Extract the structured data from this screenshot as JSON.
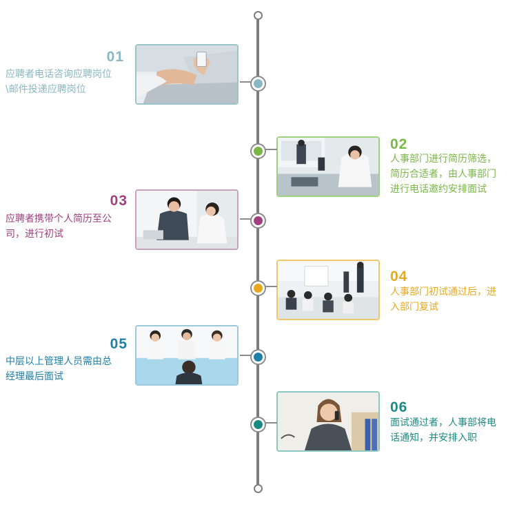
{
  "steps": [
    {
      "num": "01",
      "text": [
        "应聘者电话咨询应聘岗位",
        "\\邮件投递应聘岗位"
      ],
      "color": "#8ab8c2",
      "border": "#9cc4c8"
    },
    {
      "num": "02",
      "text": [
        "人事部门进行简历筛选，",
        "简历合适者，由人事部门",
        "进行电话邀约安排面试"
      ],
      "color": "#7ab648",
      "border": "#9fd07e"
    },
    {
      "num": "03",
      "text": [
        "应聘者携带个人简历至公",
        "司，进行初试"
      ],
      "color": "#a0407e",
      "border": "#c7a0bd"
    },
    {
      "num": "04",
      "text": [
        "人事部门初试通过后，进",
        "入部门复试"
      ],
      "color": "#e8a81e",
      "border": "#f0c86a"
    },
    {
      "num": "05",
      "text": [
        "中层以上管理人员需由总",
        "经理最后面试"
      ],
      "color": "#1f7fa6",
      "border": "#9cc8da"
    },
    {
      "num": "06",
      "text": [
        "面试通过者，人事部将电",
        "话通知，并安排入职"
      ],
      "color": "#1d8a82",
      "border": "#8cc7c0"
    }
  ]
}
